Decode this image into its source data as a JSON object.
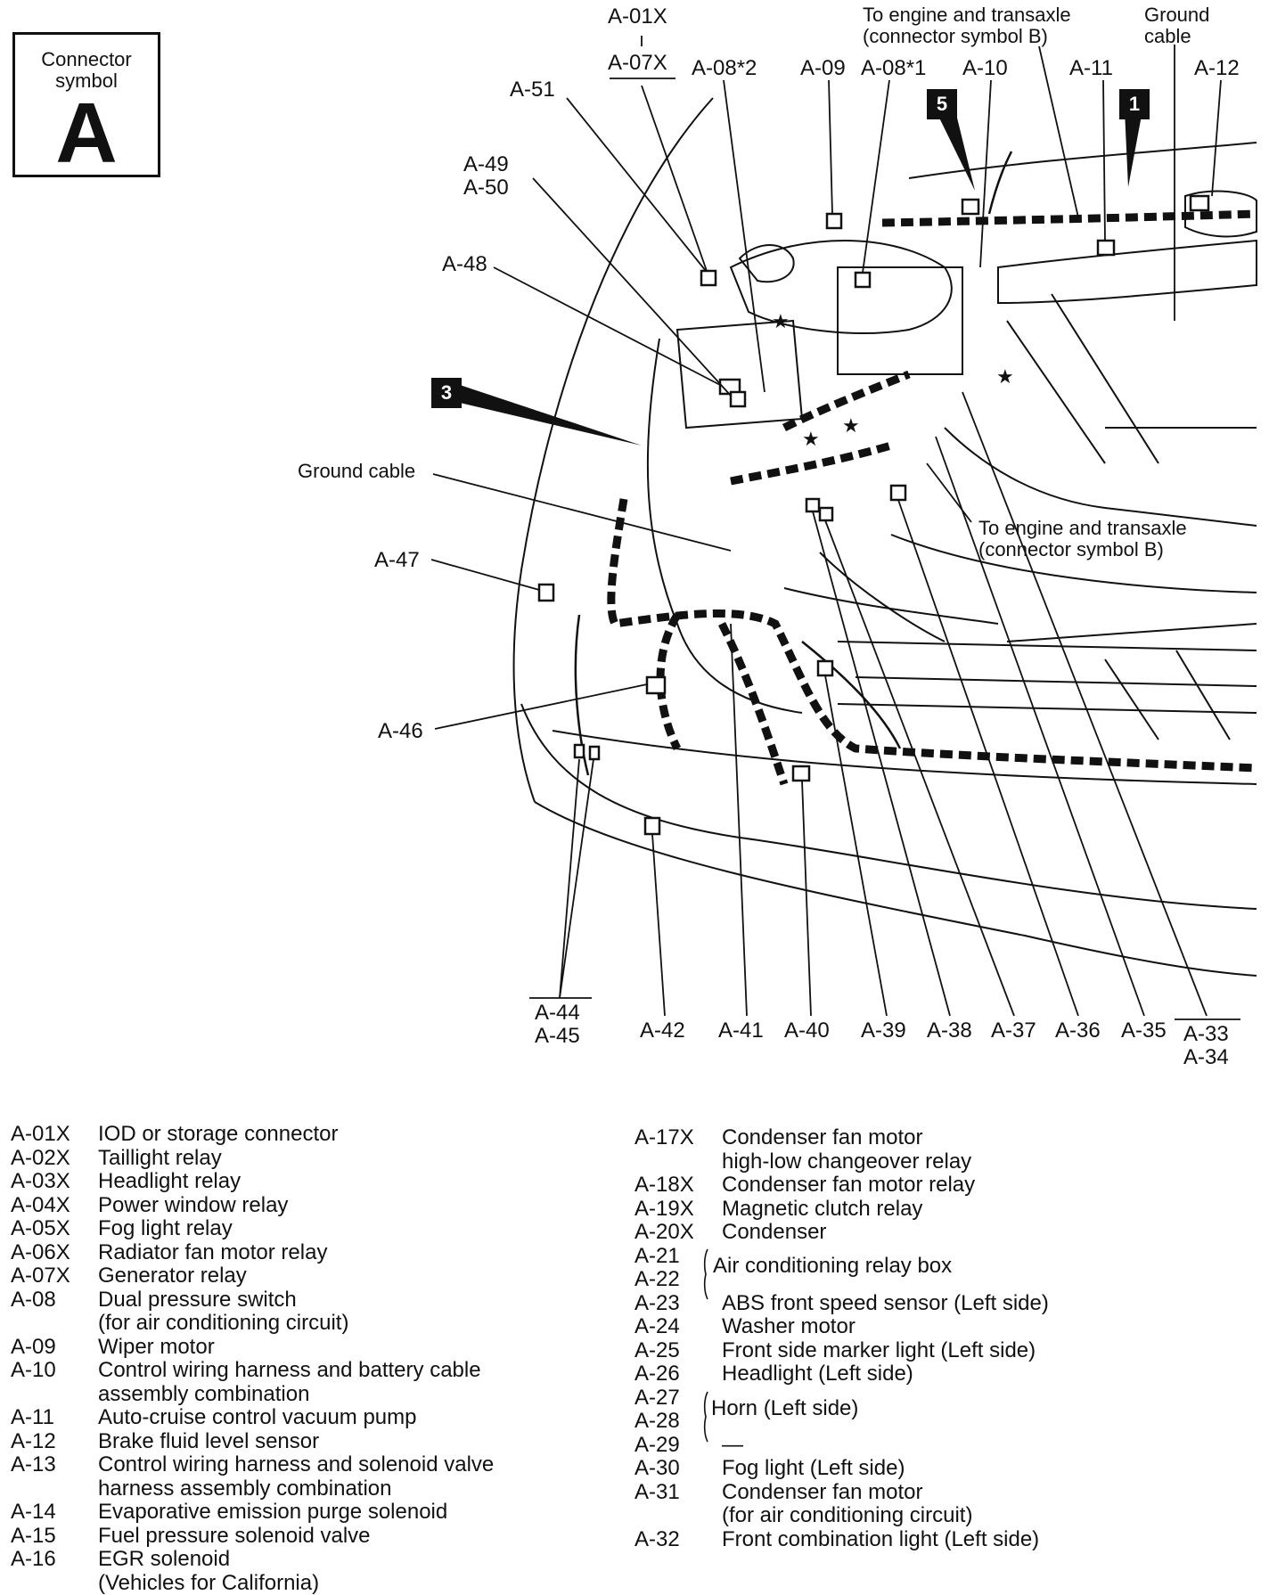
{
  "connector_symbol": {
    "caption_line1": "Connector",
    "caption_line2": "symbol",
    "letter": "A"
  },
  "callouts": {
    "a01x": "A-01X",
    "a07x": "A-07X",
    "a08_2": "A-08*2",
    "a09": "A-09",
    "a08_1": "A-08*1",
    "a10": "A-10",
    "a11": "A-11",
    "a12": "A-12",
    "a51": "A-51",
    "a49": "A-49",
    "a50": "A-50",
    "a48": "A-48",
    "a47": "A-47",
    "a46": "A-46",
    "a44": "A-44",
    "a45": "A-45",
    "a42": "A-42",
    "a41": "A-41",
    "a40": "A-40",
    "a39": "A-39",
    "a38": "A-38",
    "a37": "A-37",
    "a36": "A-36",
    "a35": "A-35",
    "a33": "A-33",
    "a34": "A-34",
    "to_engine_top_line1": "To engine and transaxle",
    "to_engine_top_line2": "(connector symbol B)",
    "to_engine_mid_line1": "To engine and transaxle",
    "to_engine_mid_line2": "(connector symbol B)",
    "ground_cable_top_line1": "Ground",
    "ground_cable_top_line2": "cable",
    "ground_cable_left": "Ground cable",
    "badge_5": "5",
    "badge_1": "1",
    "badge_3": "3"
  },
  "legend_left": [
    {
      "code": "A-01X",
      "desc": "IOD or storage connector"
    },
    {
      "code": "A-02X",
      "desc": "Taillight relay"
    },
    {
      "code": "A-03X",
      "desc": "Headlight relay"
    },
    {
      "code": "A-04X",
      "desc": "Power window relay"
    },
    {
      "code": "A-05X",
      "desc": "Fog light relay"
    },
    {
      "code": "A-06X",
      "desc": "Radiator fan motor relay"
    },
    {
      "code": "A-07X",
      "desc": "Generator relay"
    },
    {
      "code": "A-08",
      "desc": "Dual pressure switch"
    },
    {
      "code": "",
      "desc": "(for air conditioning circuit)"
    },
    {
      "code": "A-09",
      "desc": "Wiper motor"
    },
    {
      "code": "A-10",
      "desc": "Control wiring harness and battery cable"
    },
    {
      "code": "",
      "desc": "assembly combination"
    },
    {
      "code": "A-11",
      "desc": "Auto-cruise control vacuum pump"
    },
    {
      "code": "A-12",
      "desc": "Brake fluid level sensor"
    },
    {
      "code": "A-13",
      "desc": "Control wiring harness and solenoid valve"
    },
    {
      "code": "",
      "desc": "harness assembly combination"
    },
    {
      "code": "A-14",
      "desc": "Evaporative emission purge solenoid"
    },
    {
      "code": "A-15",
      "desc": "Fuel pressure solenoid valve"
    },
    {
      "code": "A-16",
      "desc": "EGR solenoid"
    },
    {
      "code": "",
      "desc": "(Vehicles for California)"
    }
  ],
  "legend_right": [
    {
      "code": "A-17X",
      "desc": "Condenser fan motor"
    },
    {
      "code": "",
      "desc": "high-low changeover relay"
    },
    {
      "code": "A-18X",
      "desc": "Condenser fan motor relay"
    },
    {
      "code": "A-19X",
      "desc": "Magnetic clutch relay"
    },
    {
      "code": "A-20X",
      "desc": "Condenser"
    },
    {
      "code": "A-21",
      "desc": ""
    },
    {
      "code": "A-22",
      "desc": ""
    },
    {
      "code": "A-23",
      "desc": "ABS front speed sensor (Left side)"
    },
    {
      "code": "A-24",
      "desc": "Washer motor"
    },
    {
      "code": "A-25",
      "desc": "Front side marker light (Left side)"
    },
    {
      "code": "A-26",
      "desc": "Headlight (Left side)"
    },
    {
      "code": "A-27",
      "desc": ""
    },
    {
      "code": "A-28",
      "desc": ""
    },
    {
      "code": "A-29",
      "desc": "—"
    },
    {
      "code": "A-30",
      "desc": "Fog light (Left side)"
    },
    {
      "code": "A-31",
      "desc": "Condenser fan motor"
    },
    {
      "code": "",
      "desc": "(for air conditioning circuit)"
    },
    {
      "code": "A-32",
      "desc": "Front combination light (Left side)"
    }
  ],
  "legend_groups": {
    "a21_a22": "Air conditioning relay box",
    "a27_a28": "Horn (Left side)"
  }
}
